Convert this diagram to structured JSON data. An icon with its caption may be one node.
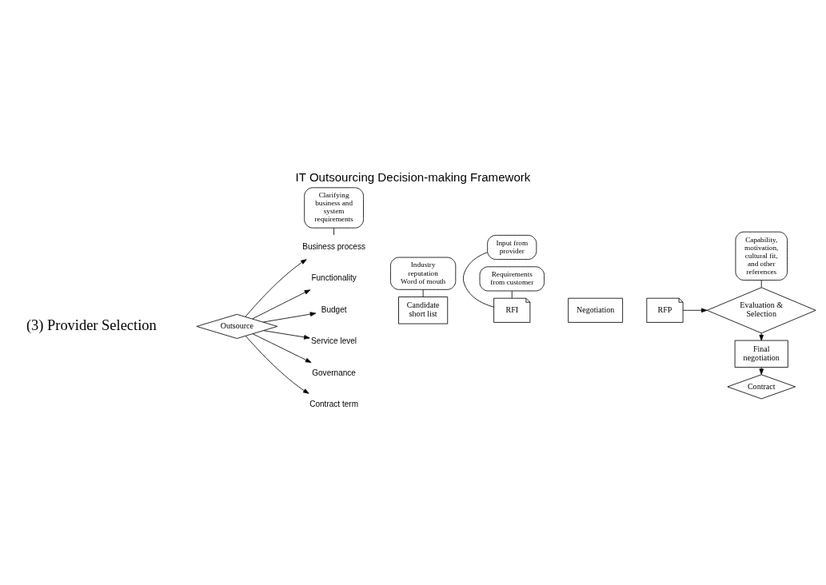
{
  "diagram": {
    "title": "IT Outsourcing Decision-making Framework",
    "nodes": [
      {
        "text": [
          "Outsource"
        ]
      },
      {
        "text": [
          "Business process"
        ]
      },
      {
        "text": [
          "Functionality"
        ]
      },
      {
        "text": [
          "Budget"
        ]
      },
      {
        "text": [
          "Service level"
        ]
      },
      {
        "text": [
          "Governance"
        ]
      },
      {
        "text": [
          "Contract term"
        ]
      },
      {
        "text": [
          "Clarifying business and system requirements"
        ]
      },
      {
        "text": [
          "Candidate short list"
        ]
      },
      {
        "text": [
          "Industry reputation Word of mouth"
        ]
      },
      {
        "text": [
          "RFI"
        ]
      },
      {
        "text": [
          "Input from provider"
        ]
      },
      {
        "text": [
          "Requirements from customer"
        ]
      },
      {
        "text": [
          "Negotiation"
        ]
      },
      {
        "text": [
          "RFP"
        ]
      },
      {
        "text": [
          "Evaluation & Selection"
        ]
      },
      {
        "text": [
          "Capability, motivation, cultural fit, and other references"
        ]
      },
      {
        "text": [
          "Final negotiation"
        ]
      },
      {
        "text": [
          "Contract"
        ]
      }
    ],
    "edges": [
      {
        "from": 0,
        "to": 1,
        "arrow": "to"
      },
      {
        "from": 0,
        "to": 2,
        "arrow": "to"
      },
      {
        "from": 0,
        "to": 3,
        "arrow": "to"
      },
      {
        "from": 0,
        "to": 4,
        "arrow": "to"
      },
      {
        "from": 0,
        "to": 5,
        "arrow": "to"
      },
      {
        "from": 0,
        "to": 6,
        "arrow": "to"
      },
      {
        "from": 7,
        "to": 1,
        "arrow": "none"
      },
      {
        "from": 9,
        "to": 8,
        "arrow": "none"
      },
      {
        "from": 11,
        "to": 10,
        "arrow": "none"
      },
      {
        "from": 12,
        "to": 10,
        "arrow": "none"
      },
      {
        "from": 14,
        "to": 15,
        "arrow": "to"
      },
      {
        "from": 16,
        "to": 15,
        "arrow": "none"
      },
      {
        "from": 15,
        "to": 17,
        "arrow": "to"
      },
      {
        "from": 17,
        "to": 18,
        "arrow": "to"
      }
    ],
    "labels": [
      "(3) Provider Selection"
    ]
  }
}
